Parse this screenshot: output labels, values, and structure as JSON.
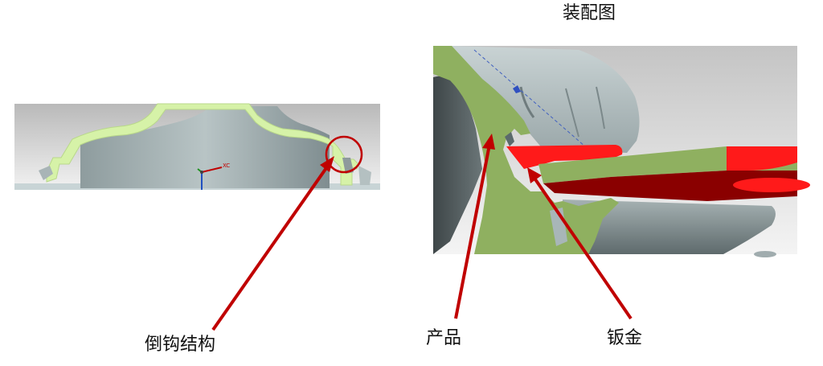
{
  "diagram": {
    "title": "装配图",
    "labels": {
      "undercut": "倒钩结构",
      "product": "产品",
      "sheet_metal": "钣金"
    },
    "axis_label": "XC",
    "colors": {
      "arrow": "#c00000",
      "product_section": "#8fb060",
      "product_section_light": "#d6f2a8",
      "sheet_metal_section": "#ff1a1a",
      "sheet_metal_dark": "#8a0000",
      "model_surface": "#9aa8aa",
      "viewport_bg": "#d8d8d8"
    }
  }
}
